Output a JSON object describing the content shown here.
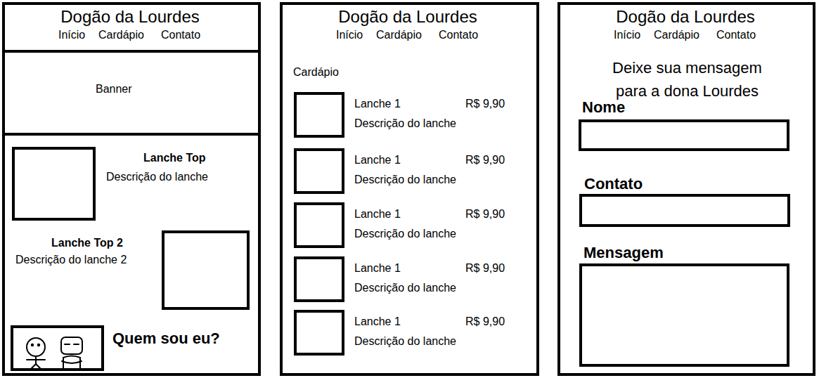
{
  "diagram": {
    "nodes": [
      {
        "text": [
          "Dogão da Lourdes",
          "Início",
          "Cardápio",
          "Contato",
          "Lanche Top",
          "Descrição do lanche",
          "Lanche Top 2",
          "Descrição do lanche 2",
          "Quem sou eu?"
        ]
      },
      {
        "text": [
          "Banner"
        ],
        "in": 0
      },
      {
        "text": [
          "Dogão da Lourdes",
          "Início",
          "Cardápio",
          "Contato",
          "Cardápio",
          "Lanche 1",
          "R$ 9,90",
          "Descrição do lanche",
          "Lanche 1",
          "R$ 9,90",
          "Descrição do lanche",
          "Lanche 1",
          "R$ 9,90",
          "Descrição do lanche",
          "Lanche 1",
          "R$ 9,90",
          "Descrição do lanche",
          "Lanche 1",
          "R$ 9,90",
          "Descrição do lanche"
        ]
      },
      {
        "text": [
          "Dogão da Lourdes",
          "Início",
          "Cardápio",
          "Contato",
          "Deixe sua mensagem para a dona Lourdes"
        ]
      },
      {
        "text": [
          "Nome"
        ],
        "in": 3
      },
      {
        "text": [
          "Contato"
        ],
        "in": 3
      },
      {
        "text": [
          "Mensagem"
        ],
        "in": 3
      }
    ]
  }
}
